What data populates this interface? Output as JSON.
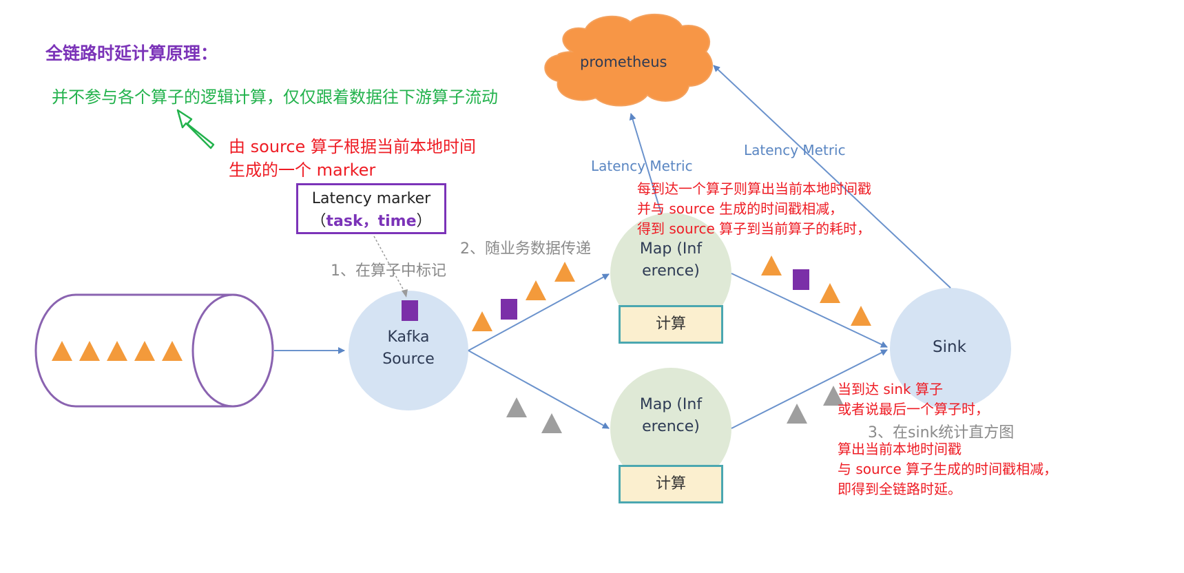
{
  "title": "全链路时延计算原理：",
  "subtitle": "并不参与各个算子的逻辑计算，仅仅跟着数据往下游算子流动",
  "marker_note": {
    "line1": "由 source 算子根据当前本地时间",
    "line2": "生成的一个 marker"
  },
  "latency_marker": {
    "line1": "Latency marker",
    "open_paren": "（",
    "task": "task",
    "sep": "，",
    "time": "time",
    "close_paren": "）"
  },
  "steps": {
    "step1": "1、在算子中标记",
    "step2": "2、随业务数据传递",
    "step3": "3、在sink统计直方图"
  },
  "nodes": {
    "prometheus": "prometheus",
    "kafka_line1": "Kafka",
    "kafka_line2": "Source",
    "map_top": "Map (Inference)",
    "map_bottom": "Map (Inference)",
    "sink": "Sink",
    "compute_top": "计算",
    "compute_bottom": "计算"
  },
  "metrics": {
    "left": "Latency Metric",
    "right": "Latency Metric"
  },
  "map_note": {
    "line1": "每到达一个算子则算出当前本地时间戳",
    "line2": "并与 source 生成的时间戳相减，",
    "line3": "得到 source 算子到当前算子的耗时，"
  },
  "sink_note": {
    "line1": "当到达 sink 算子",
    "line2": "或者说最后一个算子时，",
    "line3": "算出当前本地时间戳",
    "line4": "与 source 算子生成的时间戳相减，",
    "line5": "即得到全链路时延。"
  },
  "colors": {
    "title": "#7b33b8",
    "subtitle": "#22b24c",
    "notes": "#ee1c24",
    "data_triangle": "#f39a3b",
    "marker_square": "#7b2fa8",
    "gray_triangle": "#9e9e9e",
    "node_fill": "#d5e3f3",
    "map_fill": "#dfe9d6",
    "cloud": "#f79646",
    "arrow": "#6a92cc"
  }
}
